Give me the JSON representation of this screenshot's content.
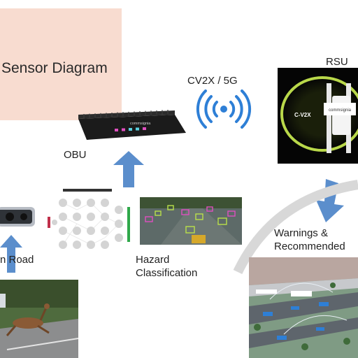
{
  "title": "Sensor Diagram",
  "labels": {
    "cv2x": "CV2X / 5G",
    "rsu": "RSU",
    "obu": "OBU",
    "on_road": "n Road",
    "hazard_line1": "Hazard",
    "hazard_line2": "Classification",
    "warnings_line1": "Warnings &",
    "warnings_line2": "Recommended"
  },
  "rsu_panel": {
    "left_text": "C-V2X",
    "brand_text": "commsignia"
  },
  "obu_device": {
    "brand_text": "commsignia"
  },
  "colors": {
    "title_bg": "#f8dcd0",
    "arrow_blue": "#5b8ecc",
    "signal_blue": "#2e7fd6",
    "rsu_glow": "#b9d84a",
    "nn_node": "#d4d4d4",
    "nn_red": "#c0304a",
    "nn_green": "#2fa84a"
  }
}
